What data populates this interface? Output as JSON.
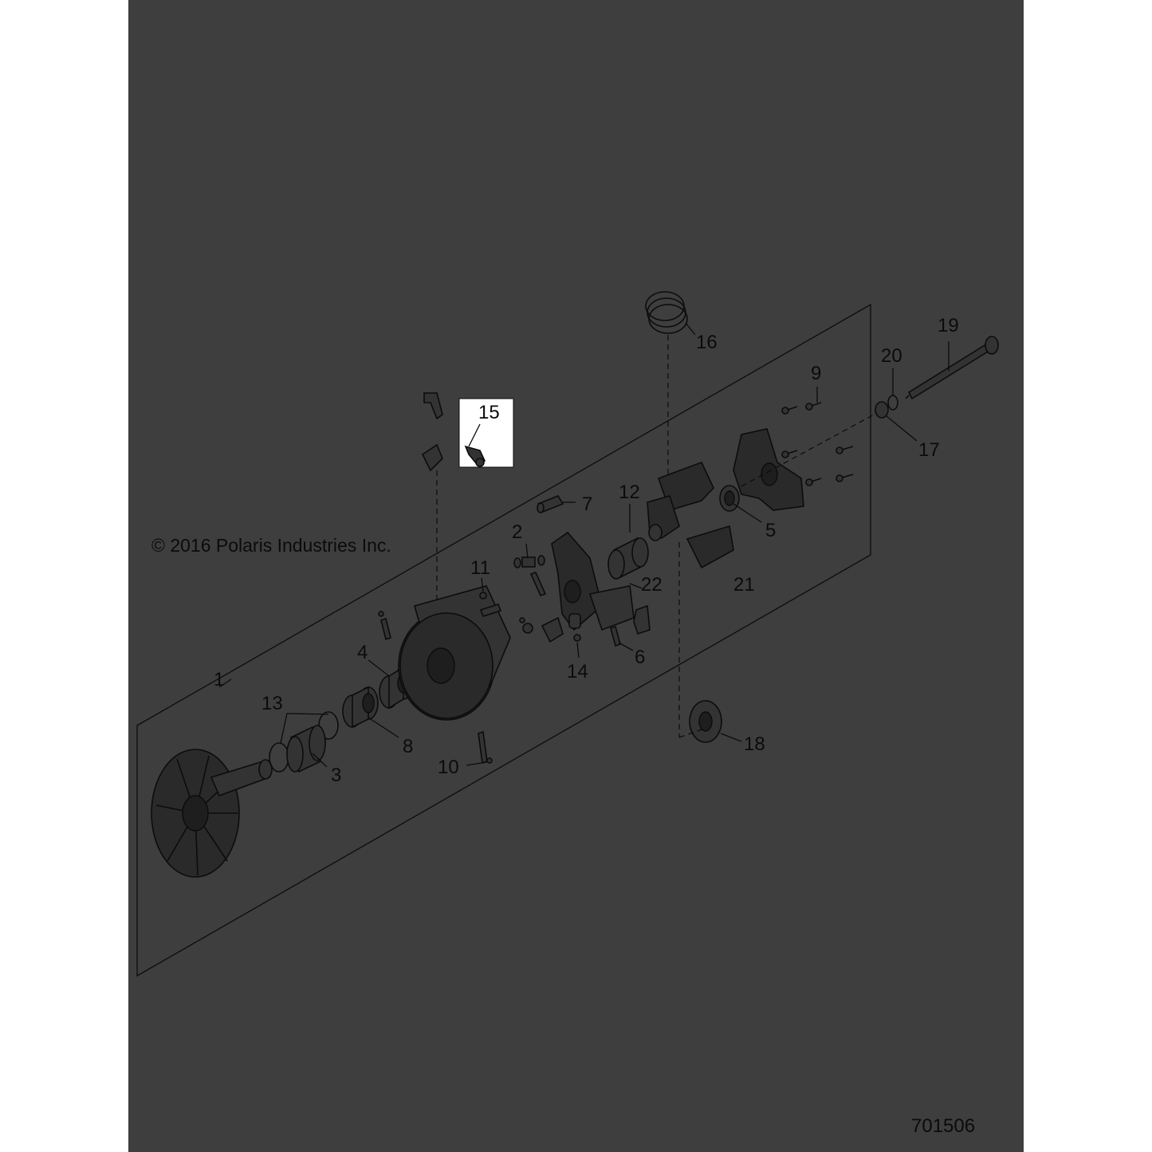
{
  "diagram": {
    "copyright": "© 2016 Polaris Industries Inc.",
    "part_number": "701506",
    "callouts": {
      "c1": "1",
      "c2": "2",
      "c3": "3",
      "c4": "4",
      "c5": "5",
      "c6": "6",
      "c7": "7",
      "c8": "8",
      "c9": "9",
      "c10": "10",
      "c11": "11",
      "c12": "12",
      "c13": "13",
      "c14": "14",
      "c15": "15",
      "c16": "16",
      "c17": "17",
      "c18": "18",
      "c19": "19",
      "c20": "20",
      "c21": "21",
      "c22": "22"
    },
    "highlighted_callout": "15"
  },
  "colors": {
    "panel": "#3e3e3e",
    "page": "#ffffff",
    "highlight_box": "#ffffff",
    "ink": "#0b0b0b"
  }
}
